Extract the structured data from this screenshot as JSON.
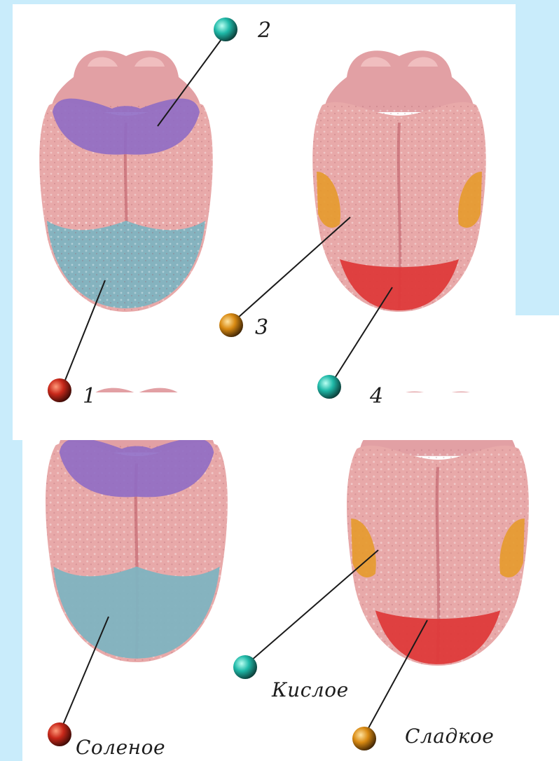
{
  "colors": {
    "background": "#c9ecfb",
    "tongue": "#e8a9a9",
    "tongue_dark": "#c9787c",
    "bitter_zone": "#8f6bc4",
    "salty_zone": "#7fb3c0",
    "sour_zone": "#e59a2b",
    "sweet_zone": "#de3a3a"
  },
  "top_labels": {
    "n1": "1",
    "n2": "2",
    "n3": "3",
    "n4": "4"
  },
  "bottom_labels": {
    "salty": "Соленое",
    "sour": "Кислое",
    "sweet": "Сладкое"
  },
  "icons": [
    "bead-red",
    "bead-teal",
    "bead-orange"
  ]
}
